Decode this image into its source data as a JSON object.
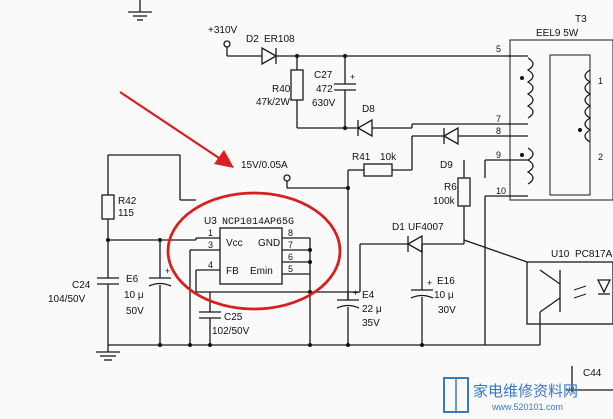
{
  "schematic": {
    "supply": "+310V",
    "t3": {
      "ref": "T3",
      "value": "EEL9 5W",
      "pins": [
        "5",
        "7",
        "8",
        "9",
        "1",
        "2",
        "10"
      ]
    },
    "d2": {
      "ref": "D2",
      "value": "ER108"
    },
    "r40": {
      "ref": "R40",
      "value": "47k/2W"
    },
    "c27": {
      "ref": "C27",
      "value": "472",
      "rating": "630V"
    },
    "d8": {
      "ref": "D8"
    },
    "vcc_note": "15V/0.05A",
    "r41": {
      "ref": "R41",
      "value": "10k"
    },
    "d9": {
      "ref": "D9"
    },
    "r6": {
      "ref": "R6",
      "value": "100k"
    },
    "r42": {
      "ref": "R42",
      "value": "115"
    },
    "u3": {
      "ref": "U3",
      "part": "NCP1014AP65G",
      "pins_left": [
        "1",
        "3",
        "4"
      ],
      "pins_right": [
        "8",
        "7",
        "6",
        "5"
      ],
      "vcc": "Vcc",
      "gnd": "GND",
      "fb": "FB",
      "emin": "Emin"
    },
    "d1": {
      "ref": "D1",
      "value": "UF4007"
    },
    "c24": {
      "ref": "C24",
      "value": "104/50V"
    },
    "e6": {
      "ref": "E6",
      "value": "10 μ",
      "rating": "50V"
    },
    "c25": {
      "ref": "C25",
      "value": "102/50V"
    },
    "e4": {
      "ref": "E4",
      "value": "22 μ",
      "rating": "35V"
    },
    "e16": {
      "ref": "E16",
      "value": "10 μ",
      "rating": "30V"
    },
    "u10": {
      "ref": "U10",
      "value": "PC817A"
    },
    "c44": {
      "ref": "C44"
    },
    "highlight_color": "#d81e1e",
    "watermark": {
      "text": "家电维修资料网",
      "url": "www.520101.com",
      "color": "#3a78c8"
    }
  }
}
